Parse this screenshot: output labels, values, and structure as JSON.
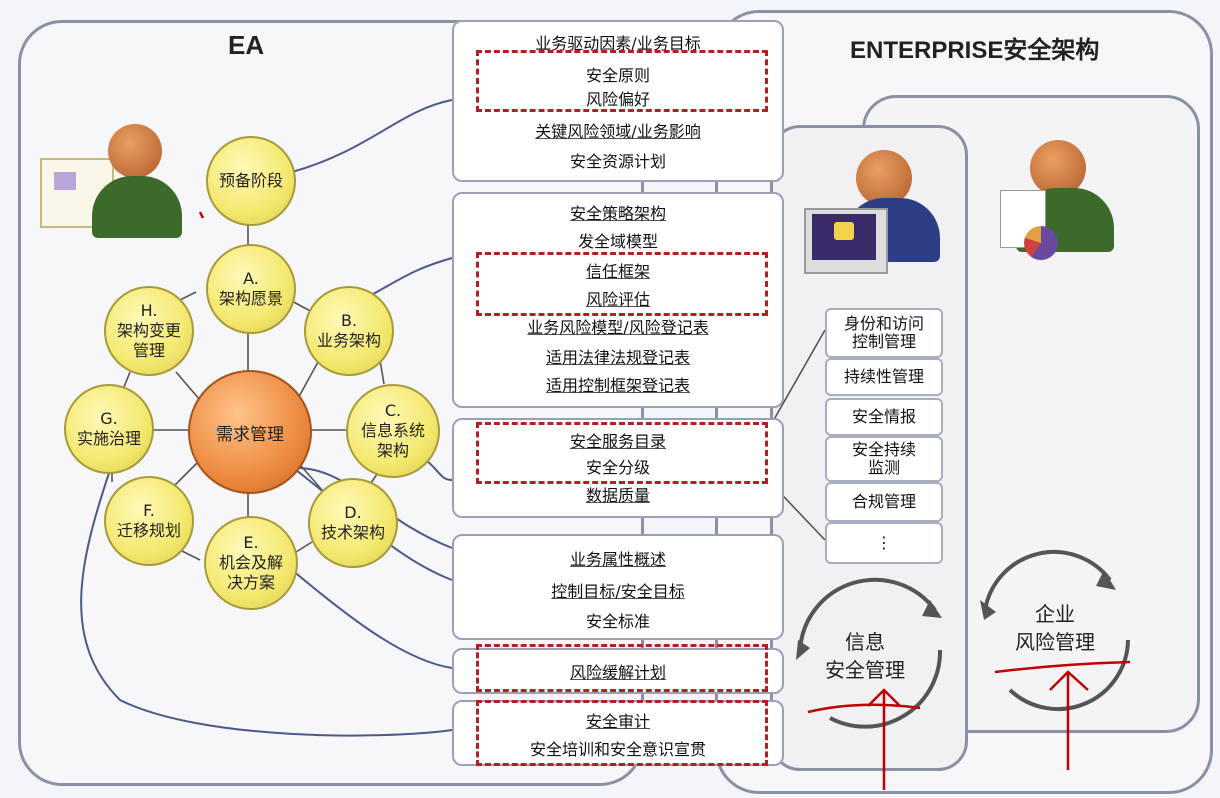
{
  "titles": {
    "ea": "EA",
    "enterprise": "ENTERPRISE安全架构"
  },
  "ea_cycle": {
    "prelim": "预备阶段",
    "a": [
      "A.",
      "架构愿景"
    ],
    "b": [
      "B.",
      "业务架构"
    ],
    "c": [
      "C.",
      "信息系统",
      "架构"
    ],
    "d": [
      "D.",
      "技术架构"
    ],
    "e": [
      "E.",
      "机会及解",
      "决方案"
    ],
    "f": [
      "F.",
      "迁移规划"
    ],
    "g": [
      "G.",
      "实施治理"
    ],
    "h": [
      "H.",
      "架构变更",
      "管理"
    ],
    "center": "需求管理"
  },
  "boxes": {
    "box1": [
      "业务驱动因素/业务目标",
      "安全原则",
      "风险偏好",
      "关键风险领域/业务影响",
      "安全资源计划"
    ],
    "box2": [
      "安全策略架构",
      "发全域模型",
      "信任框架",
      "风险评估",
      "业务风险模型/风险登记表",
      "适用法律法规登记表",
      "适用控制框架登记表"
    ],
    "box3": [
      "安全服务目录",
      "安全分级",
      "数据质量"
    ],
    "box4": [
      "业务属性概述",
      "控制目标/安全目标",
      "安全标准"
    ],
    "box5": [
      "风险缓解计划"
    ],
    "box6": [
      "安全审计",
      "安全培训和安全意识宣贯"
    ]
  },
  "right_list": [
    "身份和访问控制管理",
    "持续性管理",
    "安全情报",
    "安全持续监测",
    "合规管理",
    "⋮"
  ],
  "cycles": {
    "infosec": [
      "信息",
      "安全管理"
    ],
    "erm": [
      "企业",
      "风险管理"
    ]
  },
  "colors": {
    "dash": "#b42020",
    "circle": "#f3e86e",
    "center": "#ec8a3f",
    "ink": "#c00000",
    "line": "#4a5a8a"
  }
}
